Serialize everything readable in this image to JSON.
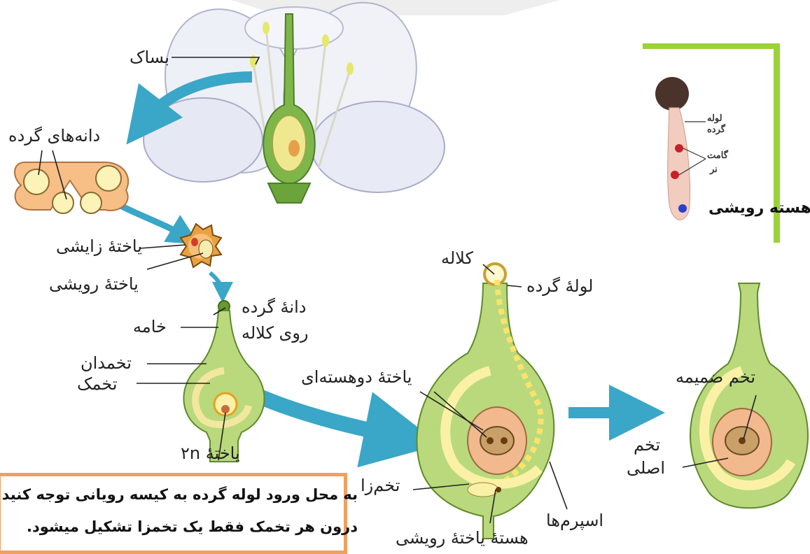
{
  "labels": {
    "anther": "بساک",
    "pollen_grains": "دانه‌های گرده",
    "generative_cell": "یاختهٔ زایشی",
    "vegetative_cell": "یاختهٔ رویشی",
    "pollen_on_stigma_line1": "دانهٔ گرده",
    "pollen_on_stigma_line2": "روی کلاله",
    "style": "خامه",
    "ovary": "تخمدان",
    "ovule": "تخمک",
    "cell_2n": "یاختهٔ ۲n",
    "stigma": "کلاله",
    "pollen_tube": "لولهٔ گرده",
    "binucleate_cell": "یاختهٔ دوهسته‌ای",
    "egg_cell": "تخم‌زا",
    "sperms": "اسپرم‌ها",
    "vegetative_nucleus": "هستهٔ یاختهٔ رویشی",
    "endosperm_zygote": "تخم ضمیمه",
    "main_zygote_line1": "تخم",
    "main_zygote_line2": "اصلی"
  },
  "inset": {
    "pollen_tube_line1": "لوله",
    "pollen_tube_line2": "گرده",
    "male_gamete_line1": "گامت",
    "male_gamete_line2": "نر",
    "tube_nucleus": "هسته رویشی"
  },
  "note": {
    "line1": "به محل ورود لوله گرده به کیسه رویانی توجه کنید",
    "line2": "درون هر تخمک فقط یک تخمزا تشکیل میشود."
  },
  "colors": {
    "arrow": "#3aa6c8",
    "pistil_green": "#b9d97c",
    "pistil_outline": "#5f8a2b",
    "sac_yellow": "#fbf1a6",
    "ovule_orange": "#f2b98e",
    "pollen_orange": "#f7be86",
    "border_orange": "#f0a060"
  }
}
